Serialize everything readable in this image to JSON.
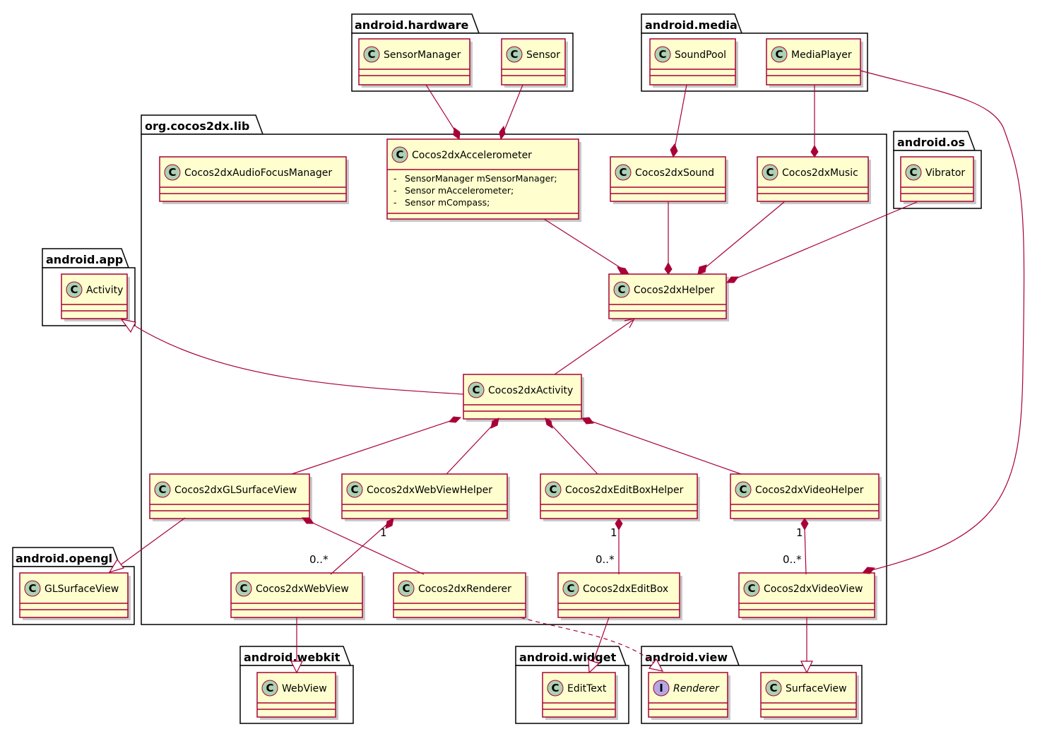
{
  "colors": {
    "class_fill": "#FEFECE",
    "class_border": "#A80036",
    "class_icon": "#ADD1B2",
    "interface_icon": "#B4A7E5",
    "edge": "#A80036"
  },
  "packages": {
    "android_hardware": "android.hardware",
    "android_media": "android.media",
    "org_cocos2dx_lib": "org.cocos2dx.lib",
    "android_os": "android.os",
    "android_app": "android.app",
    "android_opengl": "android.opengl",
    "android_webkit": "android.webkit",
    "android_widget": "android.widget",
    "android_view": "android.view"
  },
  "stereotypes": {
    "class": "C",
    "interface": "I"
  },
  "classes": {
    "SensorManager": "SensorManager",
    "Sensor": "Sensor",
    "SoundPool": "SoundPool",
    "MediaPlayer": "MediaPlayer",
    "Cocos2dxAudioFocusManager": "Cocos2dxAudioFocusManager",
    "Cocos2dxAccelerometer": "Cocos2dxAccelerometer",
    "Cocos2dxSound": "Cocos2dxSound",
    "Cocos2dxMusic": "Cocos2dxMusic",
    "Vibrator": "Vibrator",
    "Activity": "Activity",
    "Cocos2dxHelper": "Cocos2dxHelper",
    "Cocos2dxActivity": "Cocos2dxActivity",
    "Cocos2dxGLSurfaceView": "Cocos2dxGLSurfaceView",
    "Cocos2dxWebViewHelper": "Cocos2dxWebViewHelper",
    "Cocos2dxEditBoxHelper": "Cocos2dxEditBoxHelper",
    "Cocos2dxVideoHelper": "Cocos2dxVideoHelper",
    "GLSurfaceView": "GLSurfaceView",
    "Cocos2dxWebView": "Cocos2dxWebView",
    "Cocos2dxRenderer": "Cocos2dxRenderer",
    "Cocos2dxEditBox": "Cocos2dxEditBox",
    "Cocos2dxVideoView": "Cocos2dxVideoView",
    "WebView": "WebView",
    "EditText": "EditText",
    "Renderer": "Renderer",
    "SurfaceView": "SurfaceView"
  },
  "accelerometer_fields": [
    {
      "visibility": "-",
      "text": "SensorManager mSensorManager;"
    },
    {
      "visibility": "-",
      "text": "Sensor mAccelerometer;"
    },
    {
      "visibility": "-",
      "text": "Sensor mCompass;"
    }
  ],
  "multiplicities": {
    "one": "1",
    "many": "0..*"
  }
}
